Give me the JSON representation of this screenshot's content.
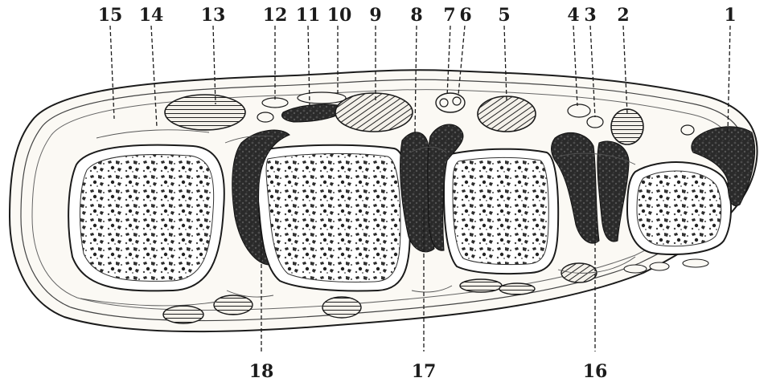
{
  "figure": {
    "labels_top": [
      "15",
      "14",
      "13",
      "12",
      "11",
      "10",
      "9",
      "8",
      "7",
      "6",
      "5",
      "4",
      "3",
      "2",
      "1"
    ],
    "labels_bottom": [
      "18",
      "17",
      "16"
    ]
  }
}
